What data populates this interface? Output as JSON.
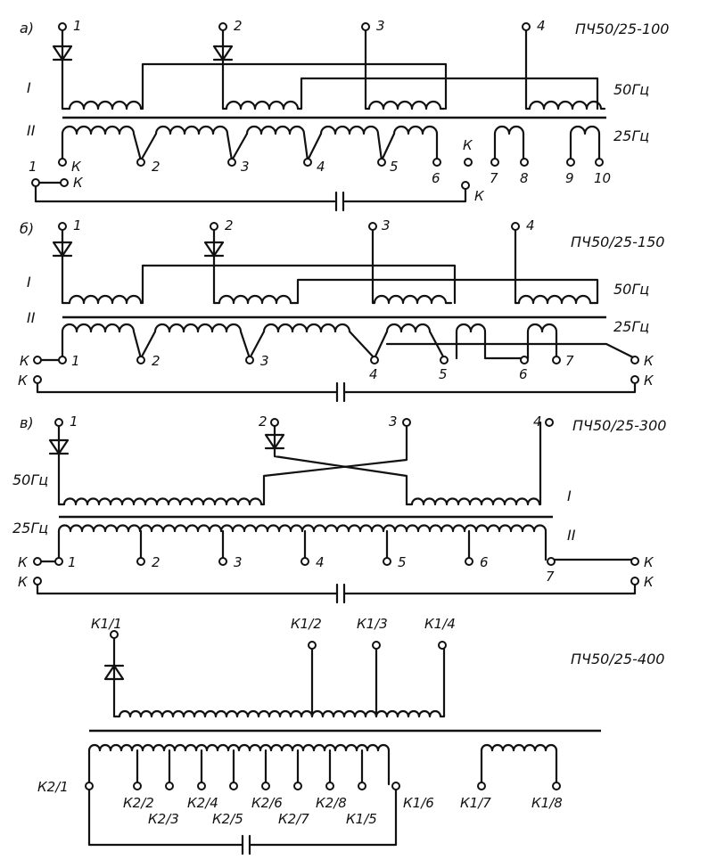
{
  "diagrams": [
    {
      "letter": "а)",
      "model": "ПЧ50/25-100",
      "primary": {
        "roman": "I",
        "freq": "50Гц",
        "terminals": [
          "1",
          "2",
          "3",
          "4"
        ]
      },
      "secondary": {
        "roman": "II",
        "freq": "25Гц",
        "taps": [
          "1",
          "К",
          "2",
          "3",
          "4",
          "5",
          "6",
          "К",
          "7",
          "8",
          "9",
          "10"
        ]
      },
      "cap_terminals": [
        "К",
        "К"
      ]
    },
    {
      "letter": "б)",
      "model": "ПЧ50/25-150",
      "primary": {
        "roman": "I",
        "freq": "50Гц",
        "terminals": [
          "1",
          "2",
          "3",
          "4"
        ]
      },
      "secondary": {
        "roman": "II",
        "freq": "25Гц",
        "taps": [
          "К",
          "1",
          "2",
          "3",
          "4",
          "5",
          "6",
          "7",
          "К"
        ]
      },
      "cap_terminals": [
        "К",
        "К"
      ]
    },
    {
      "letter": "в)",
      "model": "ПЧ50/25-300",
      "primary": {
        "roman": "I",
        "freq": "50Гц",
        "terminals": [
          "1",
          "2",
          "3",
          "4"
        ]
      },
      "secondary": {
        "roman": "II",
        "freq": "25Гц",
        "taps": [
          "К",
          "1",
          "2",
          "3",
          "4",
          "5",
          "6",
          "7",
          "К"
        ]
      },
      "cap_terminals": [
        "К",
        "К"
      ]
    },
    {
      "model": "ПЧ50/25-400",
      "primary_terminals": [
        "К1/1",
        "К1/2",
        "К1/3",
        "К1/4"
      ],
      "secondary_taps": [
        "К2/1",
        "К2/2",
        "К2/3",
        "К2/4",
        "К2/5",
        "К2/6",
        "К2/7",
        "К2/8",
        "К1/5",
        "К1/6",
        "К1/7",
        "К1/8"
      ]
    }
  ]
}
